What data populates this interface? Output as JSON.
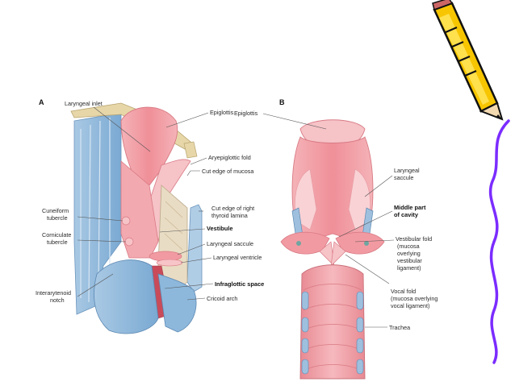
{
  "diagram": {
    "panel_a": {
      "letter": "A",
      "labels": {
        "laryngeal_inlet": "Laryngeal inlet",
        "epiglottis": "Epiglottis",
        "aryepiglottic_fold": "Aryepiglottic fold",
        "cut_edge_mucosa": "Cut edge of mucosa",
        "cuneiform_1": "Cuneiform",
        "cuneiform_2": "tubercle",
        "cut_edge_thyroid_1": "Cut edge of right",
        "cut_edge_thyroid_2": "thyroid lamina",
        "vestibule": "Vestibule",
        "corniculate_1": "Corniculate",
        "corniculate_2": "tubercle",
        "laryngeal_saccule": "Laryngeal saccule",
        "laryngeal_ventricle": "Laryngeal ventricle",
        "interarytenoid_1": "Interarytenoid",
        "interarytenoid_2": "notch",
        "infraglottic_space": "Infraglottic space",
        "cricoid_arch": "Cricoid arch"
      }
    },
    "panel_b": {
      "letter": "B",
      "labels": {
        "epiglottis": "Epiglottis",
        "laryngeal_saccule_1": "Laryngeal",
        "laryngeal_saccule_2": "saccule",
        "middle_part_1": "Middle part",
        "middle_part_2": "of cavity",
        "vestibular_fold_1": "Vestibular fold",
        "vestibular_fold_2": "(mucosa",
        "vestibular_fold_3": "overlying",
        "vestibular_fold_4": "vestibular",
        "vestibular_fold_5": "ligament)",
        "vocal_fold_1": "Vocal fold",
        "vocal_fold_2": "(mucosa overlying",
        "vocal_fold_3": "vocal ligament)",
        "trachea": "Trachea"
      }
    }
  },
  "decoration": {
    "pencil_icon": "pencil-icon",
    "border_color": "#7b2cff"
  },
  "colors": {
    "mucosa_pink": "#f2a4aa",
    "mucosa_light": "#f8c9cc",
    "cartilage_blue": "#8db8dc",
    "cartilage_light": "#c7dcee",
    "pencil_yellow": "#f7c600"
  }
}
